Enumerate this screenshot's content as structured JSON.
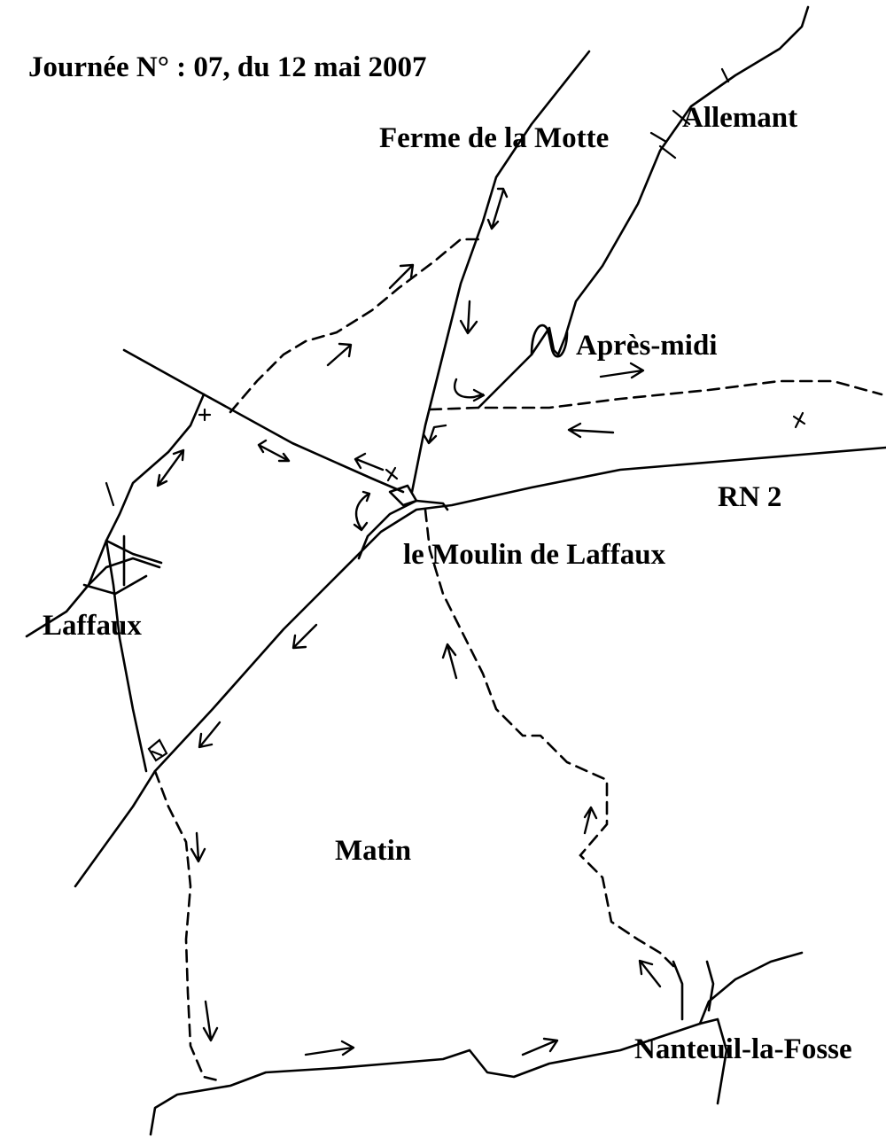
{
  "header": {
    "title": "Journée N° : 07, du 12 mai 2007"
  },
  "places": {
    "ferme": "Ferme de la Motte",
    "allemant": "Allemant",
    "apres_midi": "Après-midi",
    "rn2": "RN 2",
    "moulin": "le Moulin de Laffaux",
    "laffaux": "Laffaux",
    "matin": "Matin",
    "nanteuil": "Nanteuil-la-Fosse"
  }
}
